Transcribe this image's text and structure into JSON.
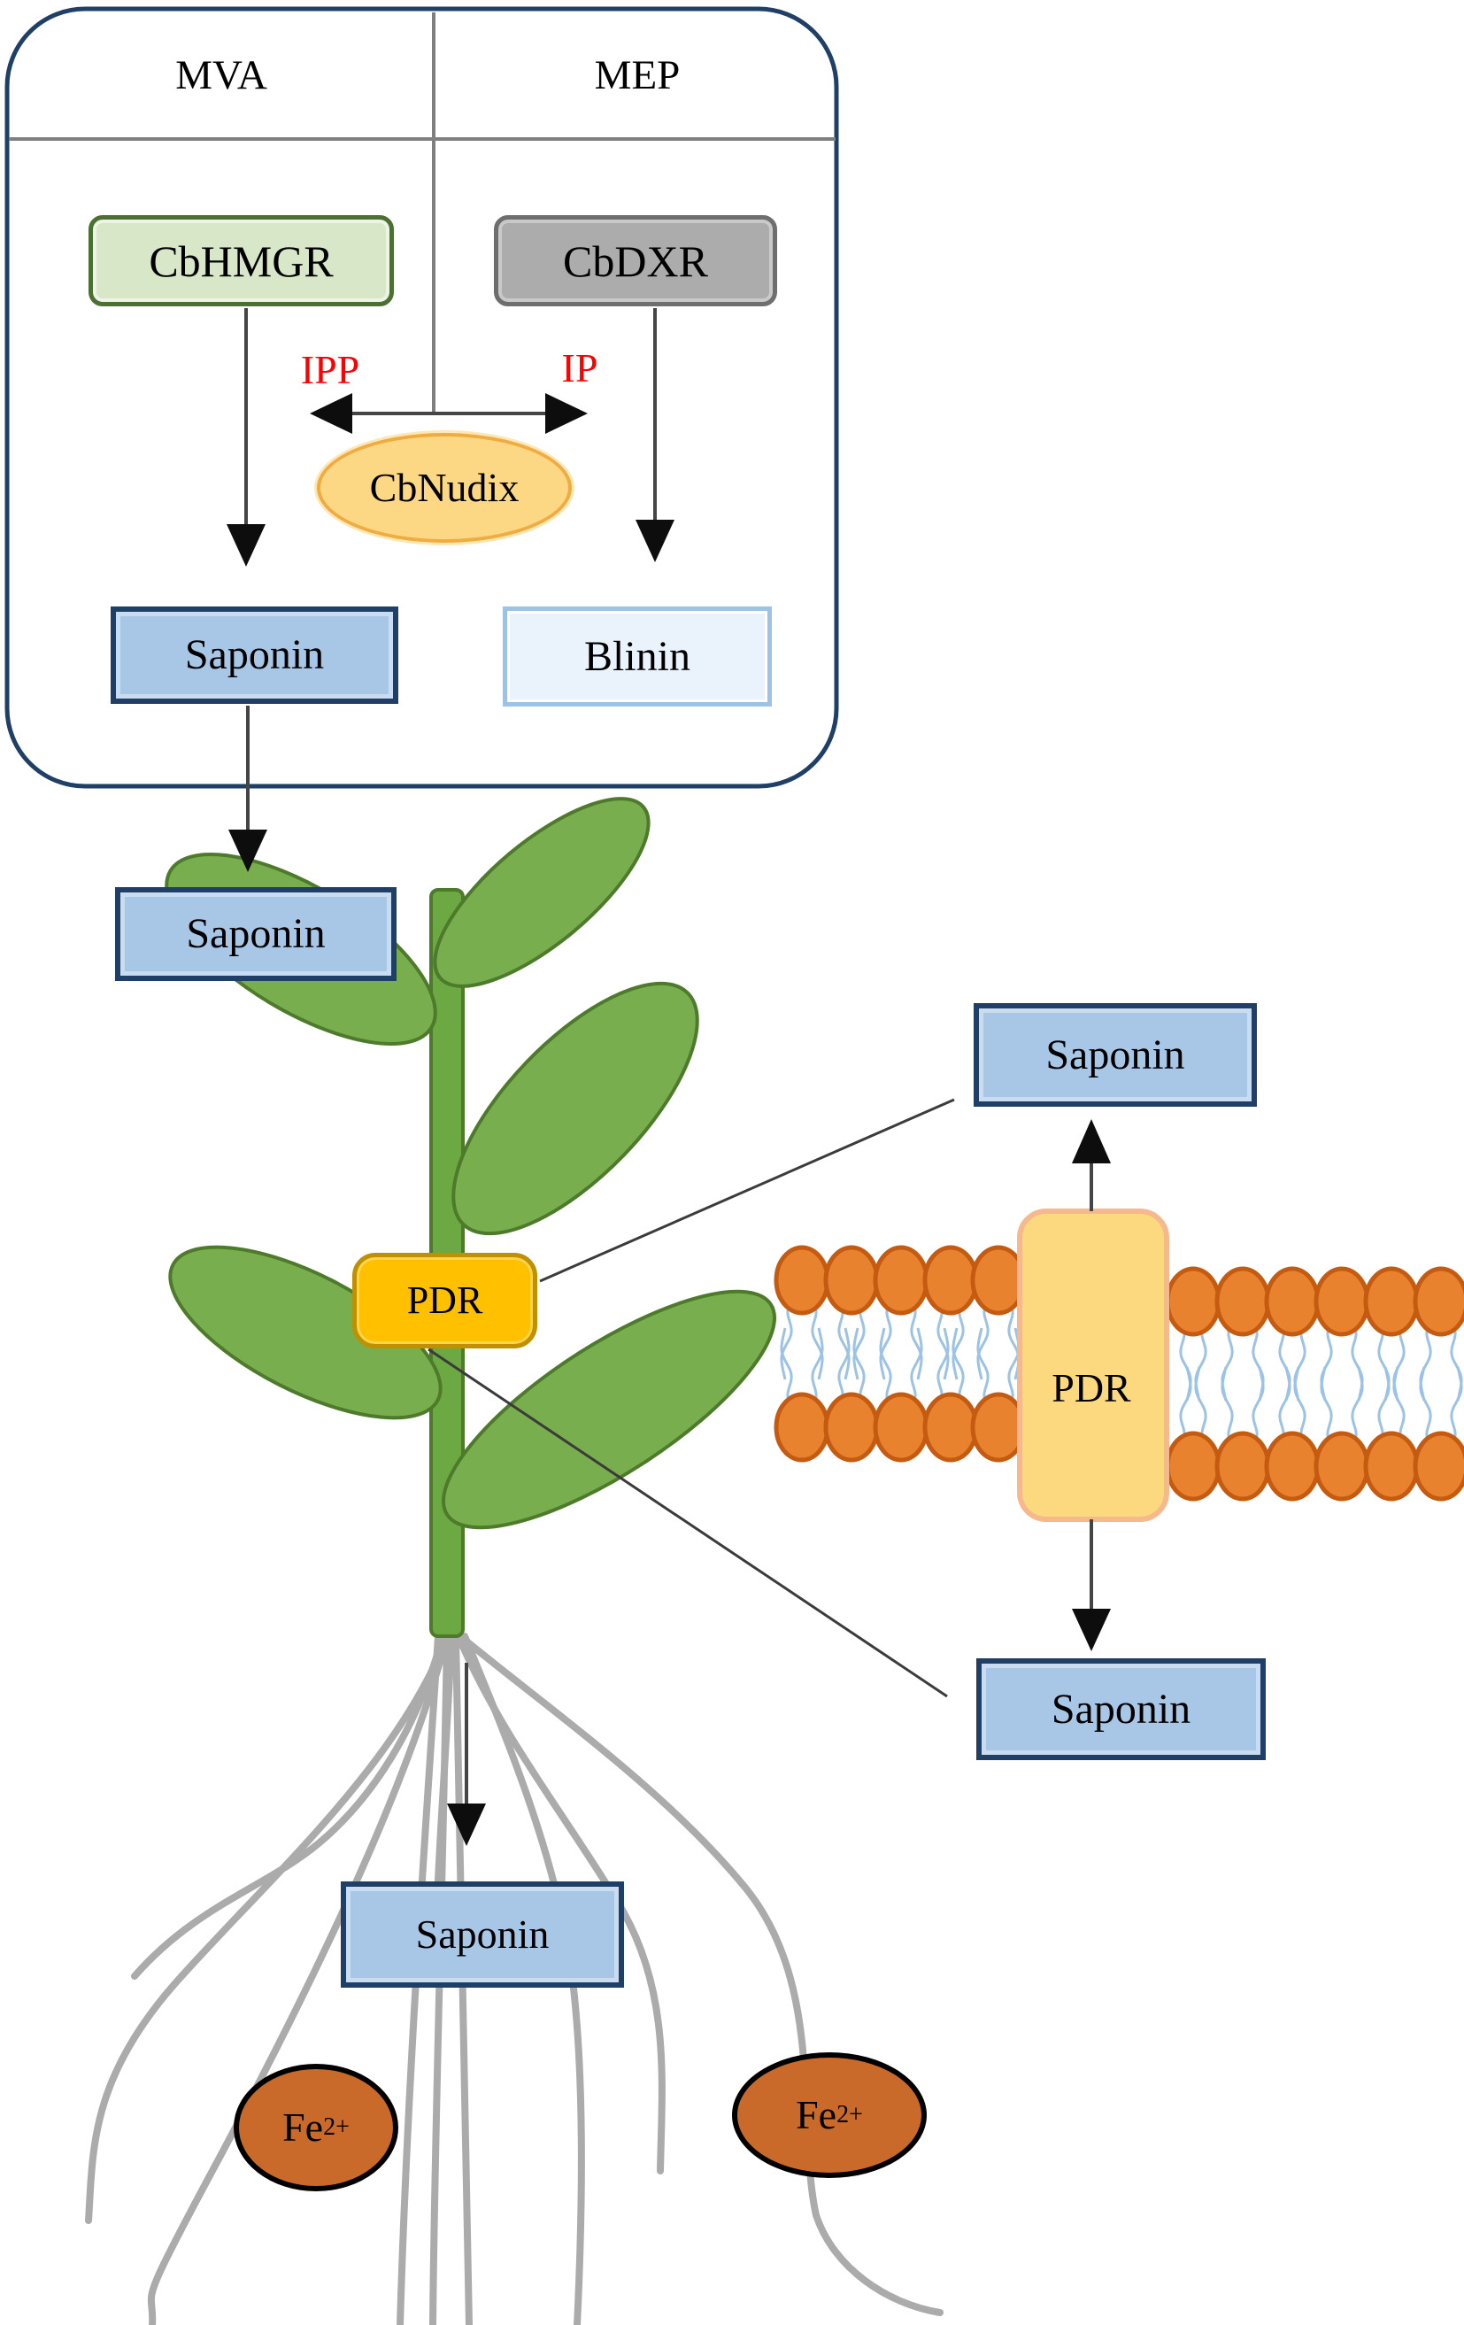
{
  "pathway": {
    "mva": {
      "header": "MVA",
      "enzyme": "CbHMGR",
      "intermediate": "IPP",
      "product": "Saponin"
    },
    "mep": {
      "header": "MEP",
      "enzyme": "CbDXR",
      "intermediate": "IP",
      "product": "Blinin"
    },
    "shared_enzyme": "CbNudix"
  },
  "plant": {
    "leaf_label": "Saponin",
    "stem_transporter": "PDR",
    "root_label": "Saponin",
    "iron_ions": {
      "symbol": "Fe",
      "charge": "2+"
    }
  },
  "membrane": {
    "transporter": "PDR",
    "secreted_top": "Saponin",
    "secreted_bottom": "Saponin"
  },
  "colors": {
    "panel_border_navy": "#1F3F66",
    "saponin_fill_blue": "#A8C7E7",
    "blinin_fill_light_blue": "#EAF2FB",
    "blinin_border_blue": "#9CC3E6",
    "enzyme_green_fill": "#D7E7C8",
    "enzyme_green_border": "#4C7031",
    "enzyme_gray_fill": "#ACACAC",
    "nudix_yellow": "#FCD884",
    "intermediate_red": "#FF0000",
    "leaf_green": "#79AE4E",
    "leaf_border_green": "#4E7A2C",
    "pdr_gold": "#FFC000",
    "pdr_gold_border": "#BF9000",
    "lipid_head_orange": "#E8822E",
    "lipid_head_border": "#C55A11",
    "lipid_tail_blue": "#9CC3E5",
    "transporter_yellow": "#FCD87E",
    "transporter_border": "#F6B98E",
    "iron_fill": "#C9692A",
    "root_gray": "#ABABAB"
  }
}
